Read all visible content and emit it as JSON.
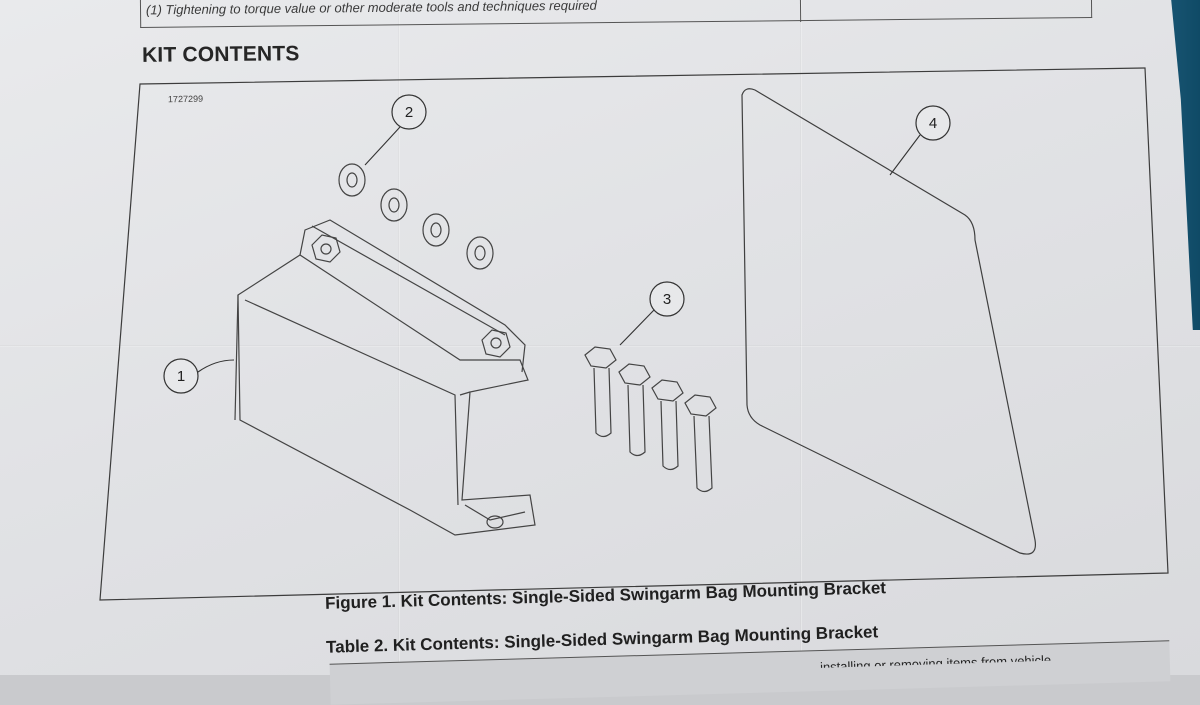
{
  "note": {
    "text": "(1) Tightening to torque value or other moderate tools and techniques required"
  },
  "section": {
    "title": "KIT CONTENTS"
  },
  "figure": {
    "part_number": "1727299",
    "callouts": [
      "1",
      "2",
      "3",
      "4"
    ],
    "caption": "Figure 1. Kit Contents: Single-Sided Swingarm Bag Mounting Bracket"
  },
  "table": {
    "caption": "Table 2. Kit Contents: Single-Sided Swingarm Bag Mounting Bracket",
    "header_fragment": "installing or removing items from vehicle."
  }
}
